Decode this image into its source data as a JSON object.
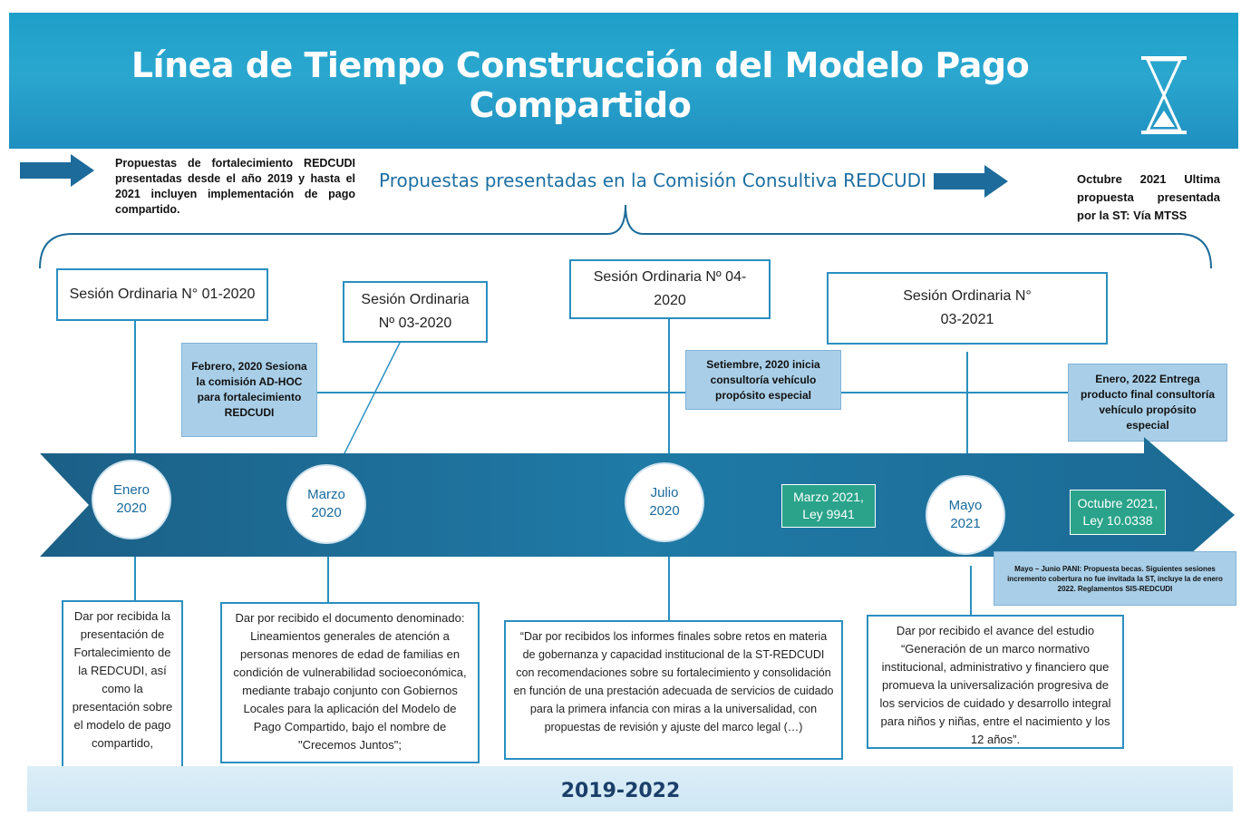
{
  "header": {
    "title": "Línea de Tiempo Construcción del Modelo Pago Compartido"
  },
  "intro": {
    "left_text": "Propuestas de fortalecimiento REDCUDI presentadas desde el año 2019 y hasta el 2021 incluyen implementación de pago compartido.",
    "center_title": "Propuestas presentadas en la Comisión Consultiva REDCUDI",
    "right_text": "Octubre 2021 Ultima propuesta presentada por la ST: Vía MTSS"
  },
  "sessions": [
    {
      "label": "Sesión Ordinaria N° 01-2020"
    },
    {
      "label": "Sesión Ordinaria Nº 03-2020"
    },
    {
      "label": "Sesión Ordinaria Nº 04-2020"
    },
    {
      "label": "Sesión Ordinaria N° 03-2021"
    }
  ],
  "info_boxes": [
    {
      "text": "Febrero, 2020 Sesiona la comisión AD-HOC para fortalecimiento REDCUDI"
    },
    {
      "text": "Setiembre, 2020 inicia consultoría vehículo propósito especial"
    },
    {
      "text": "Enero, 2022 Entrega producto final consultoría vehículo propósito especial"
    },
    {
      "text": "Mayo – Junio PANI: Propuesta becas. Siguientes sesiones incremento cobertura no fue invitada la ST, incluye la de enero 2022. Reglamentos SIS-REDCUDI"
    }
  ],
  "milestones": [
    {
      "month": "Enero",
      "year": "2020"
    },
    {
      "month": "Marzo",
      "year": "2020"
    },
    {
      "month": "Julio",
      "year": "2020"
    },
    {
      "month": "Mayo",
      "year": "2021"
    }
  ],
  "green_boxes": [
    {
      "line1": "Marzo 2021,",
      "line2": "Ley 9941"
    },
    {
      "line1": "Octubre 2021,",
      "line2": "Ley 10.0338"
    }
  ],
  "descriptions": [
    {
      "text": "Dar por recibida la presentación de Fortalecimiento de la REDCUDI, así como la presentación sobre el modelo de pago compartido,"
    },
    {
      "text": "Dar por recibido el documento denominado: Lineamientos generales de atención a personas menores de edad de familias en condición de vulnerabilidad socioeconómica, mediante trabajo conjunto con Gobiernos Locales para la aplicación del Modelo de Pago Compartido, bajo el nombre de \"Crecemos Juntos\";"
    },
    {
      "text": "“Dar por recibidos los informes finales sobre retos en materia de gobernanza y capacidad institucional de la ST-REDCUDI con recomendaciones sobre su fortalecimiento y consolidación en función de una prestación adecuada de servicios de cuidado para la primera infancia con miras a la universalidad, con propuestas de revisión y ajuste del marco legal (…)"
    },
    {
      "text": "Dar por recibido el avance del estudio “Generación de un marco normativo institucional, administrativo y financiero que promueva la universalización progresiva de los servicios de cuidado y desarrollo integral para niños y niñas, entre el nacimiento y los 12 años”."
    }
  ],
  "footer": {
    "period": "2019-2022"
  },
  "colors": {
    "banner": "#1e9fc9",
    "timeline_band": "#1f6f95",
    "box_border": "#2a8fc0",
    "info_fill": "#a9cfe8",
    "green_box": "#2aa38a"
  }
}
